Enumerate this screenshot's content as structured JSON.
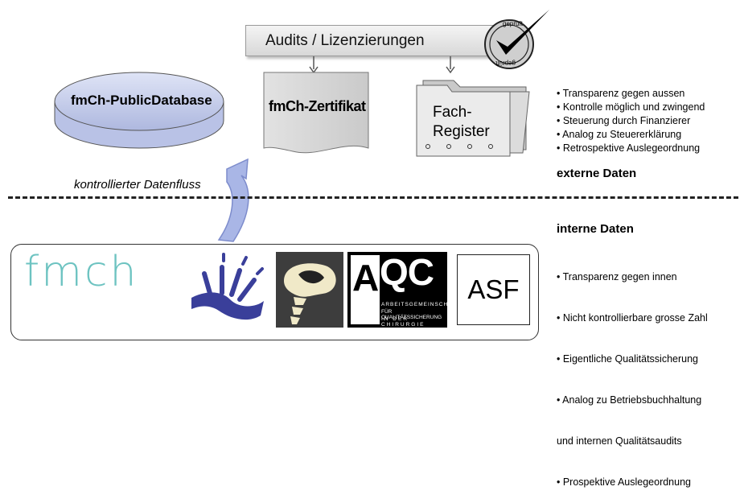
{
  "audits": {
    "label": "Audits / Lizenzierungen",
    "seal_text": "geprüft"
  },
  "database": {
    "label": "fmCh-PublicDatabase"
  },
  "certificate": {
    "label": "fmCh-Zertifikat"
  },
  "register": {
    "line1": "Fach-",
    "line2": "Register"
  },
  "flow": {
    "label": "kontrollierter Datenfluss"
  },
  "external": {
    "bullets": [
      "• Transparenz gegen aussen",
      "• Kontrolle möglich und zwingend",
      "• Steuerung durch Finanzierer",
      "• Analog zu Steuererklärung",
      "• Retrospektive Auslegeordnung"
    ],
    "heading": "externe Daten"
  },
  "internal": {
    "heading": "interne Daten",
    "bullets": [
      "• Transparenz gegen innen",
      "• Nicht kontrollierbare grosse Zahl",
      "• Eigentliche Qualitätssicherung",
      "• Analog zu Betriebsbuchhaltung",
      "  und internen Qualitätsaudits",
      "• Prospektive Auslegeordnung"
    ]
  },
  "logos": {
    "fmch": "fmch",
    "aqc_letters": "AQC",
    "aqc_line1": "ARBEITSGEMEINSCHAFT",
    "aqc_line2": "FÜR QUALITÄTSSICHERUNG",
    "aqc_line3": "IN DER CHIRURGIE",
    "asf": "ASF"
  },
  "colors": {
    "flow_arrow": "#a9b6e6",
    "fmch_teal": "#6dc3c1",
    "hand_blue": "#3a3f9a"
  }
}
